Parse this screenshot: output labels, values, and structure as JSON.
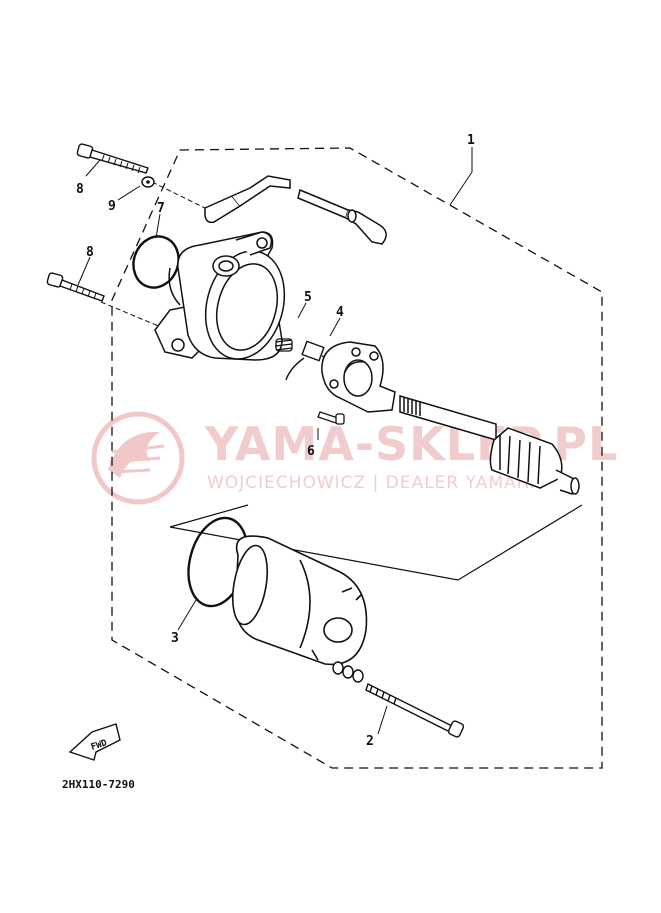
{
  "diagram": {
    "part_numbers": [
      "1",
      "2",
      "3",
      "4",
      "5",
      "6",
      "7",
      "8",
      "8",
      "9"
    ],
    "catalog_code": "2HX110-7290",
    "fwd_label": "FWD"
  },
  "watermark": {
    "brand": "YAMA-SKLEP.PL",
    "subtitle": "WOJCIECHOWICZ | DEALER YAMAHA",
    "color": "#e8a0a0"
  }
}
